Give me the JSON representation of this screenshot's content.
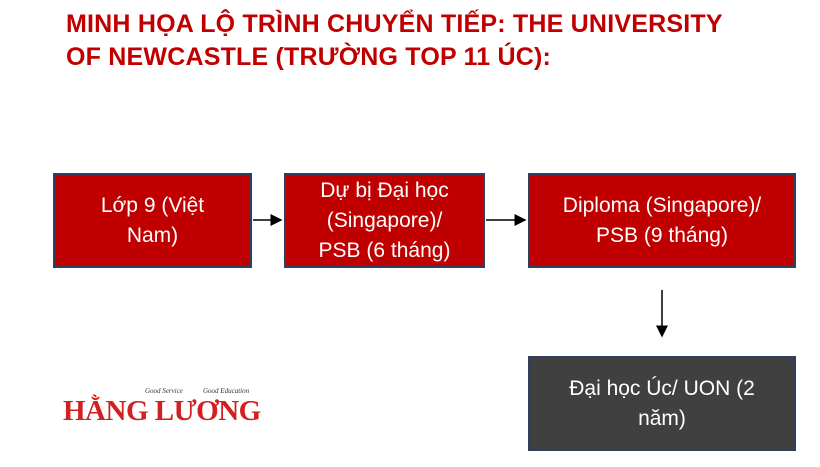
{
  "title": {
    "line1": "MINH HỌA LỘ TRÌNH CHUYỂN TIẾP: THE UNIVERSITY",
    "line2": "OF NEWCASTLE (TRƯỜNG TOP 11 ÚC):"
  },
  "steps": [
    {
      "lines": [
        "Lớp 9 (Việt",
        "Nam)"
      ]
    },
    {
      "lines": [
        "Dự bị Đại học",
        "(Singapore)/",
        "PSB (6 tháng)"
      ]
    },
    {
      "lines": [
        "Diploma (Singapore)/",
        "PSB (9 tháng)"
      ]
    },
    {
      "lines": [
        "Đại học Úc/ UON (2",
        "năm)"
      ]
    }
  ],
  "colors": {
    "step_fill": "#c00000",
    "final_fill": "#404040",
    "title": "#c00000"
  },
  "logo": {
    "name": "HẰNG LƯƠNG",
    "tagline_1": "Good Service",
    "tagline_2": "Good Education"
  }
}
